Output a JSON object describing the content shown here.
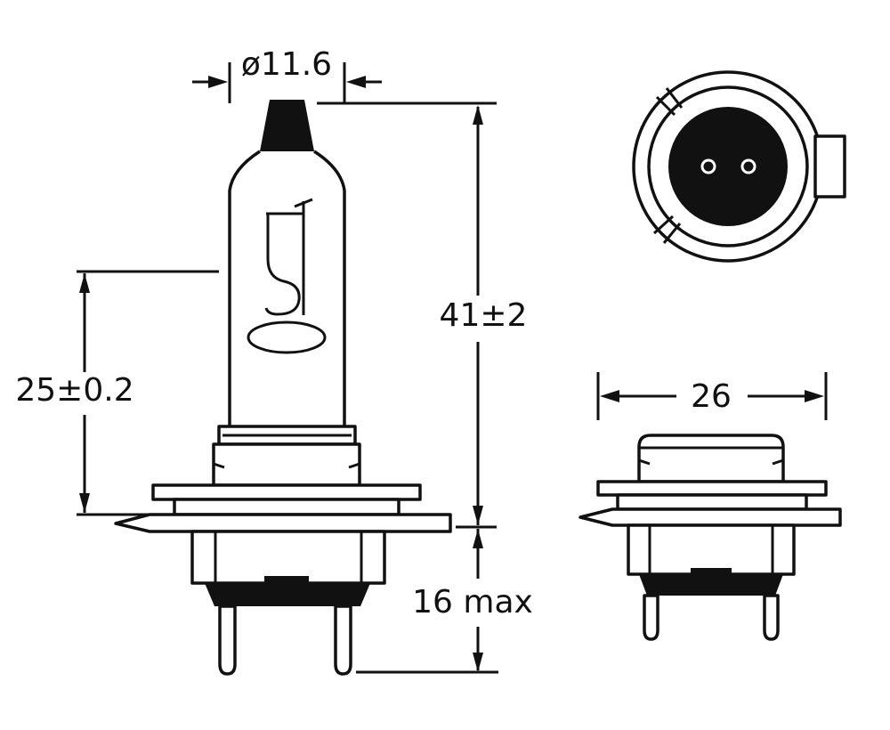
{
  "colors": {
    "line": "#111111",
    "background": "#ffffff"
  },
  "side_view": {
    "dim_diameter": "ø11.6",
    "dim_overall_length": "41±2",
    "dim_light_center": "25±0.2",
    "dim_pin_length": "16 max"
  },
  "base_view": {
    "dim_width": "26"
  }
}
